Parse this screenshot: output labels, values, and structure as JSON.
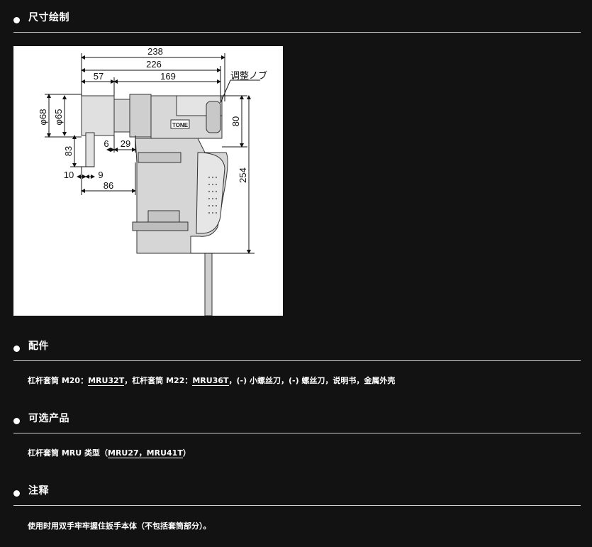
{
  "sections": {
    "dimensions": {
      "title": "尺寸绘制"
    },
    "accessories": {
      "title": "配件",
      "text_1": "杠杆套筒 M20：",
      "link_1": "MRU32T",
      "text_2": "，杠杆套筒 M22：",
      "link_2": "MRU36T",
      "text_3": "，(-) 小螺丝刀，(-) 螺丝刀，说明书，金属外壳"
    },
    "optional": {
      "title": "可选产品",
      "text_1": "杠杆套筒 MRU 类型（",
      "link_1": "MRU27，MRU41T",
      "text_2": "）"
    },
    "notes": {
      "title": "注释",
      "text": "使用时用双手牢牢握住扳手本体（不包括套筒部分）。"
    }
  },
  "drawing": {
    "dims": {
      "d238": "238",
      "d226": "226",
      "d57": "57",
      "d169": "169",
      "knob": "调整ノブ",
      "phi68": "φ68",
      "phi65": "φ65",
      "d80": "80",
      "d6": "6",
      "d29": "29",
      "d83": "83",
      "d254": "254",
      "d10": "10",
      "d9": "9",
      "d86": "86"
    },
    "brand": "TONE"
  }
}
